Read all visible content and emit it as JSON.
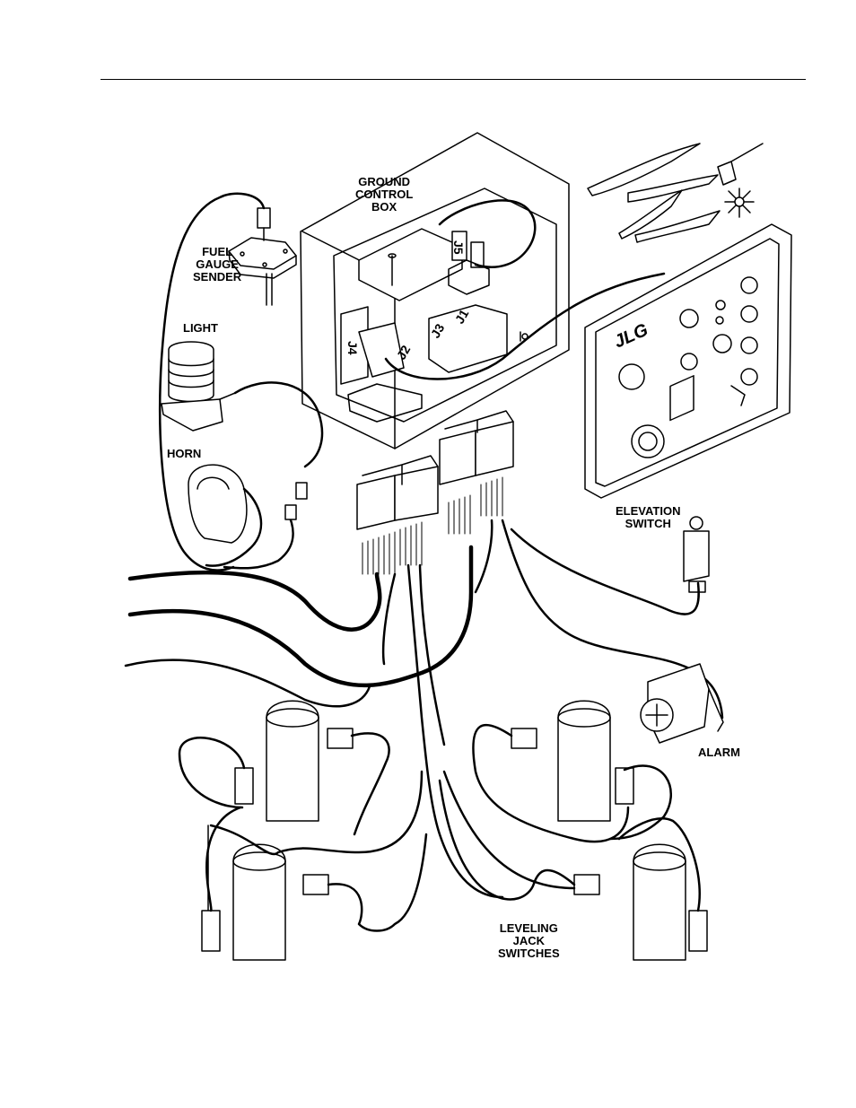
{
  "labels": {
    "ground_control_box": [
      "GROUND",
      "CONTROL",
      "BOX"
    ],
    "fuel_gauge_sender": [
      "FUEL",
      "GAUGE",
      "SENDER"
    ],
    "light": [
      "LIGHT"
    ],
    "horn": [
      "HORN"
    ],
    "elevation_switch": [
      "ELEVATION",
      "SWITCH"
    ],
    "alarm": [
      "ALARM"
    ],
    "leveling_jack_switches": [
      "LEVELING",
      "JACK",
      "SWITCHES"
    ]
  },
  "connectors": {
    "j1": "J1",
    "j2": "J2",
    "j3": "J3",
    "j4": "J4",
    "j5": "J5"
  },
  "brand": "JLG",
  "colors": {
    "ink": "#000000",
    "paper": "#ffffff"
  }
}
